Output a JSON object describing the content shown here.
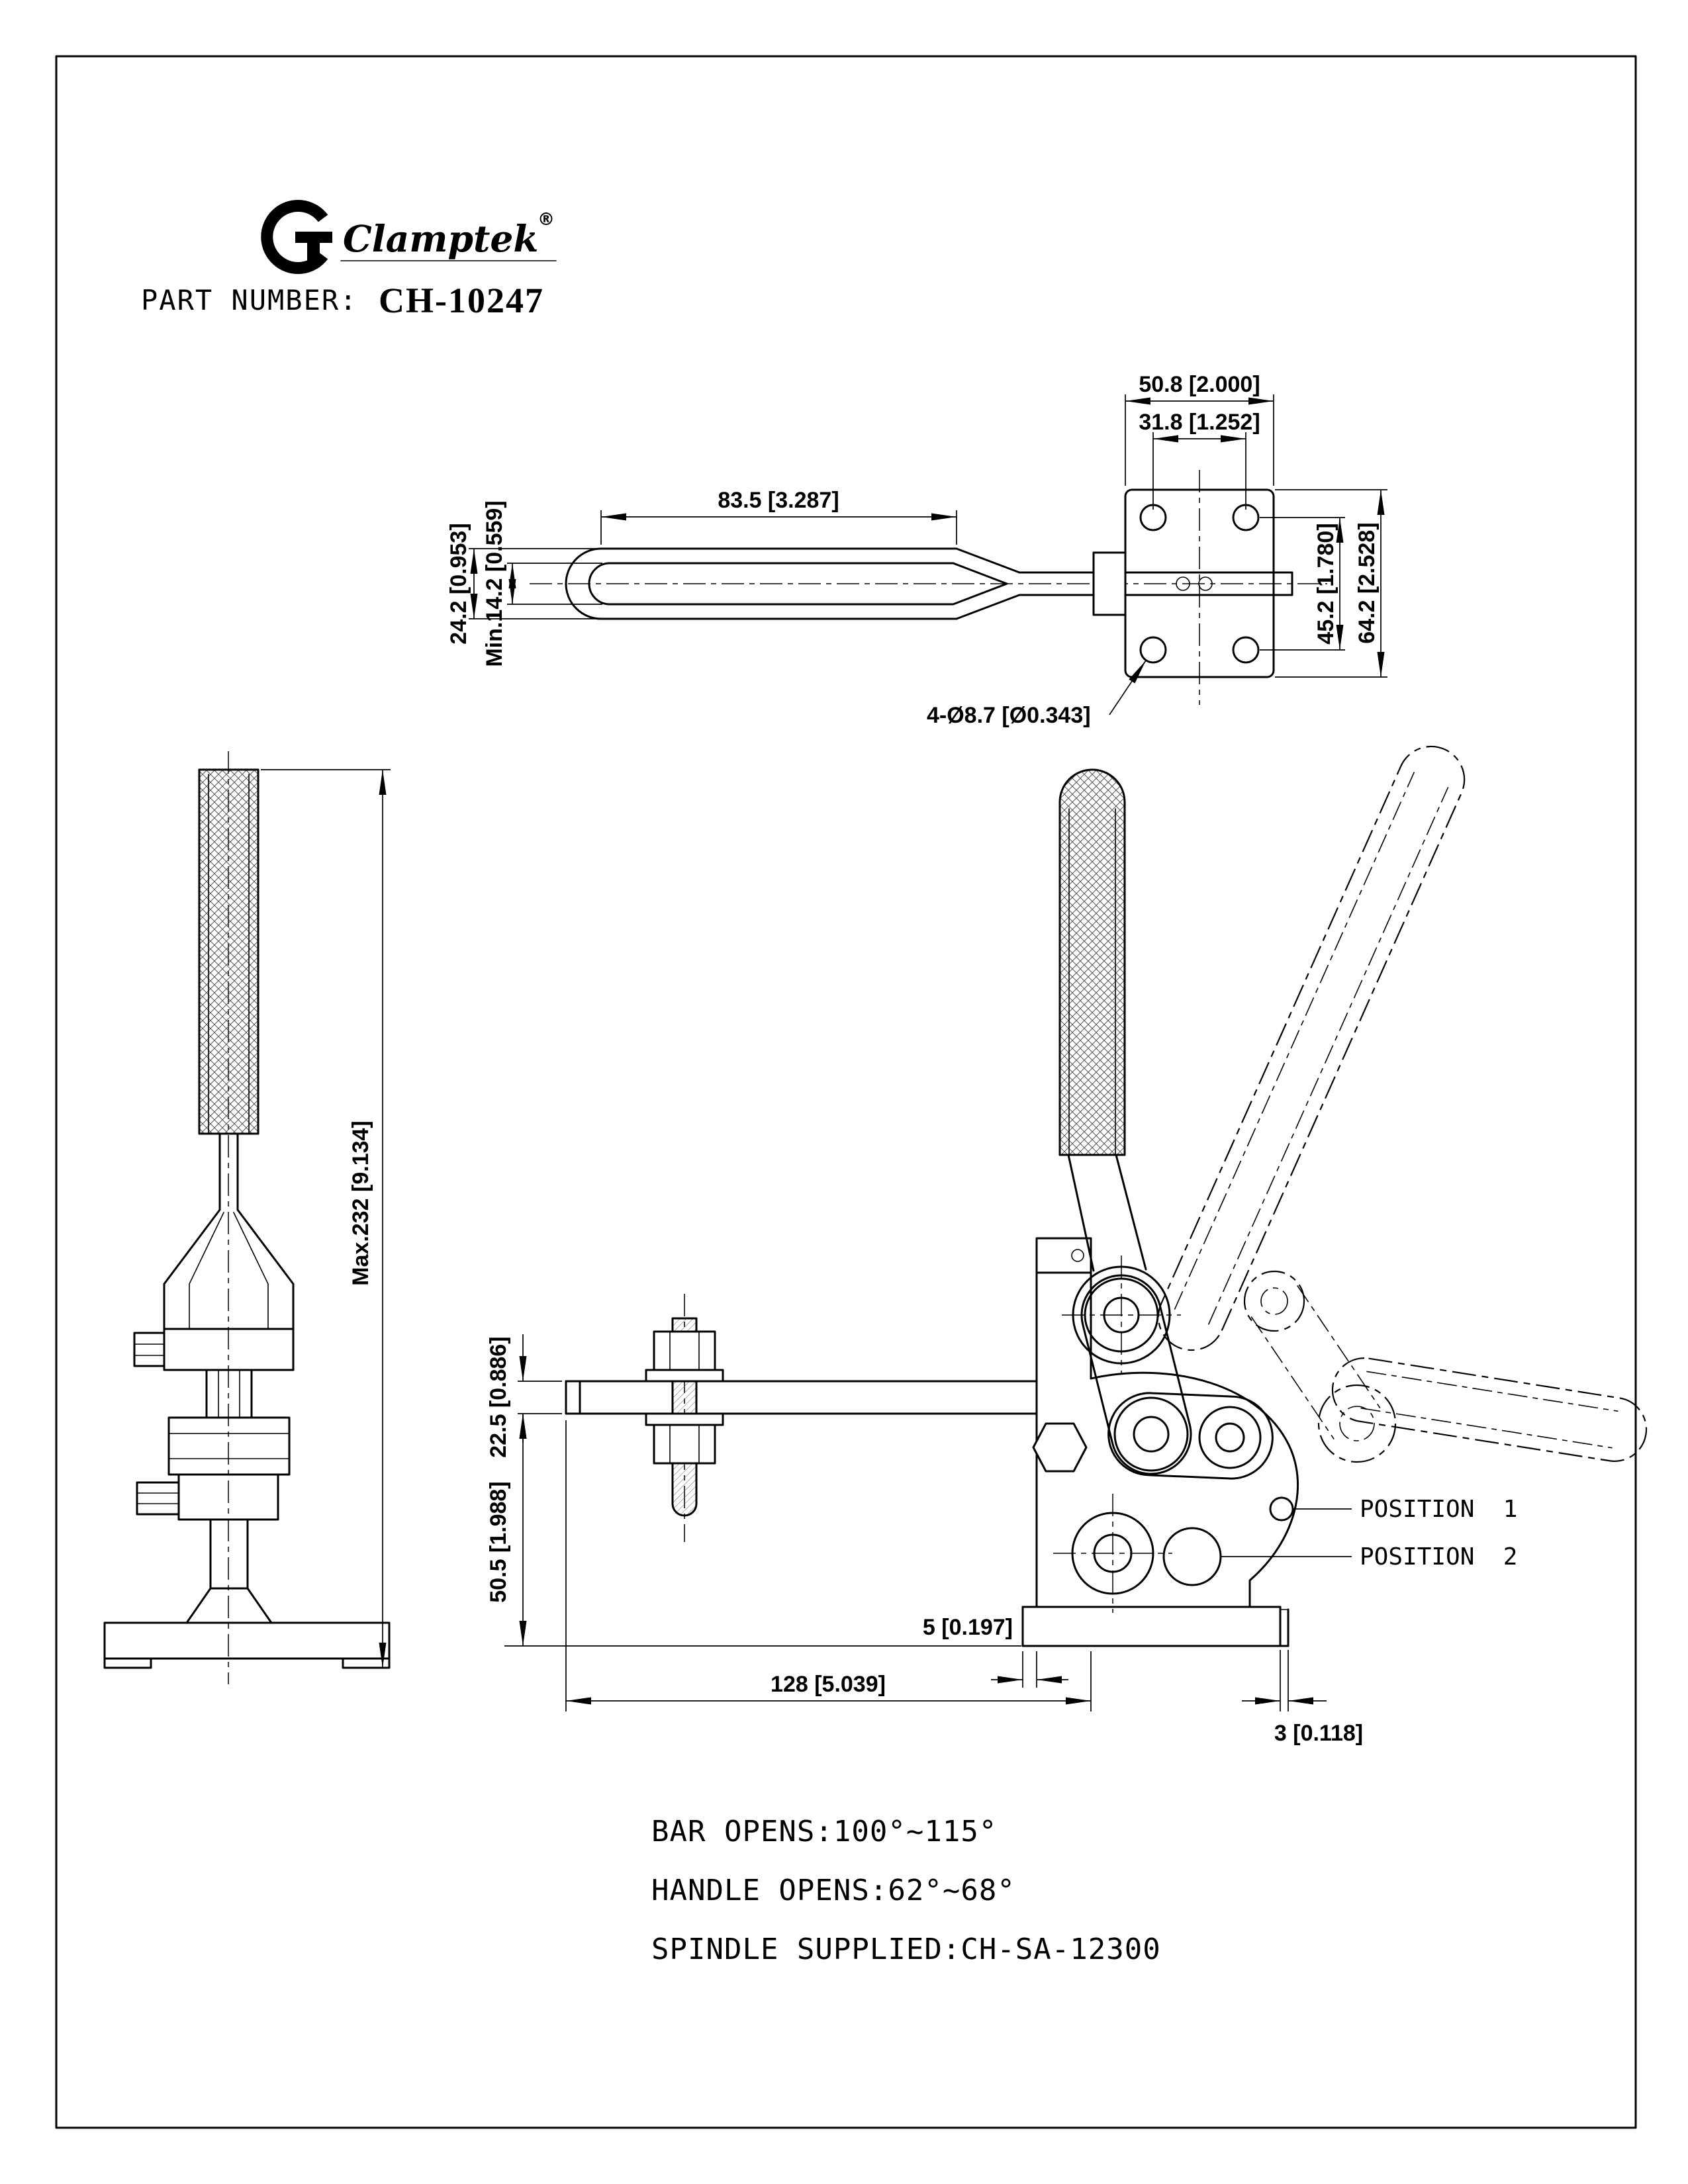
{
  "colors": {
    "paper": "#ffffff",
    "ink": "#000000"
  },
  "header": {
    "brand": "Clamptek",
    "registered_mark": "®",
    "part_number_label": "PART NUMBER:",
    "part_number_value": "CH-10247"
  },
  "views": {
    "top": {
      "dim_plate_width": "50.8 [2.000]",
      "dim_hole_pitch_width": "31.8 [1.252]",
      "dim_bar_length": "83.5 [3.287]",
      "dim_bar_outer_width": "24.2 [0.953]",
      "dim_bar_slot_width": "Min.14.2 [0.559]",
      "dim_hole_pitch_height": "45.2 [1.780]",
      "dim_plate_height": "64.2 [2.528]",
      "mounting_holes_callout": "4-Ø8.7 [Ø0.343]"
    },
    "side": {
      "dim_overall_height": "Max.232 [9.134]"
    },
    "front": {
      "dim_bar_section_height": "22.5 [0.886]",
      "dim_base_to_bar": "50.5 [1.988]",
      "dim_base_edge_offset": "5 [0.197]",
      "dim_overall_length": "128 [5.039]",
      "dim_rear_edge_offset": "3 [0.118]",
      "position_1_label": "POSITION  1",
      "position_2_label": "POSITION  2"
    }
  },
  "specs": {
    "bar_opens": "BAR OPENS:100°~115°",
    "handle_opens": "HANDLE OPENS:62°~68°",
    "spindle_supplied": "SPINDLE SUPPLIED:CH-SA-12300"
  }
}
